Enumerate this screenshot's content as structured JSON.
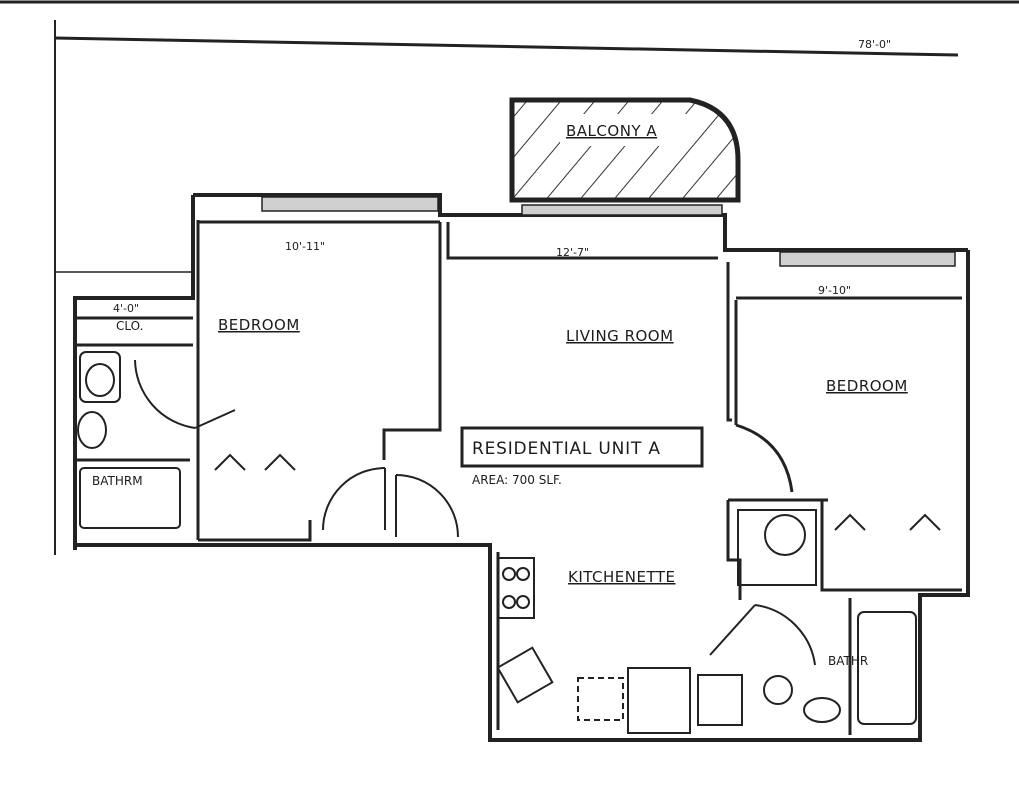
{
  "overall_dimension": "78'-0\"",
  "balcony_label": "BALCONY A",
  "unit_title": "RESIDENTIAL UNIT A",
  "unit_area": "AREA: 700 SLF.",
  "closet_dimension": "4'-0\"",
  "closet_label": "CLO.",
  "rooms": {
    "bedroom_left": {
      "label": "BEDROOM",
      "width": "10'-11\""
    },
    "living_room": {
      "label": "LIVING ROOM",
      "width": "12'-7\""
    },
    "bedroom_right": {
      "label": "BEDROOM",
      "width": "9'-10\""
    },
    "bathroom_left": {
      "label": "BATHRM"
    },
    "kitchenette": {
      "label": "KITCHENETTE"
    },
    "bathroom_right": {
      "label": "BATHR"
    }
  }
}
